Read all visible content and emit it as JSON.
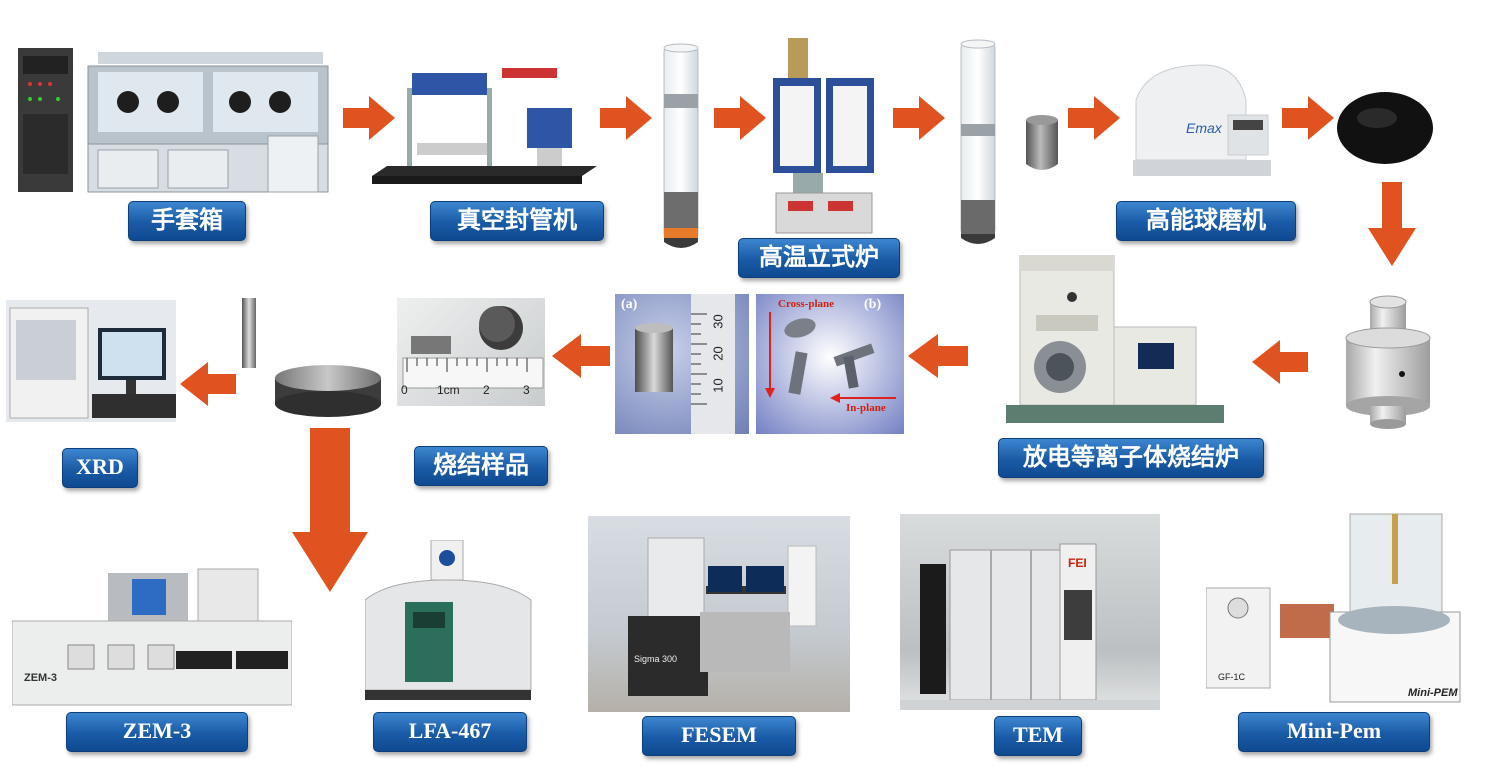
{
  "labels": {
    "glovebox": "手套箱",
    "vacuum_sealer": "真空封管机",
    "vertical_furnace": "高温立式炉",
    "ball_mill": "高能球磨机",
    "sps_furnace": "放电等离子体烧结炉",
    "sintered_sample": "烧结样品",
    "xrd": "XRD",
    "zem3": "ZEM-3",
    "lfa": "LFA-467",
    "fesem": "FESEM",
    "tem": "TEM",
    "minipem": "Mini-Pem"
  },
  "sample_photo": {
    "panel_a": "(a)",
    "panel_b": "(b)",
    "cross_plane": "Cross-plane",
    "in_plane": "In-plane",
    "ruler_ticks": [
      "10",
      "20",
      "30"
    ]
  },
  "coin_ruler": {
    "unit_label": "1cm",
    "ticks": [
      "0",
      "2",
      "3"
    ]
  },
  "equipment_text": {
    "zem3_plate": "ZEM-3",
    "minipem_brand": "Mini-PEM",
    "gf_plate": "GF-1C",
    "fei": "FEI",
    "emax": "Emax",
    "sigma": "Sigma 300"
  },
  "colors": {
    "arrow": "#e0521f",
    "label_bg": "#1a5aa6"
  }
}
